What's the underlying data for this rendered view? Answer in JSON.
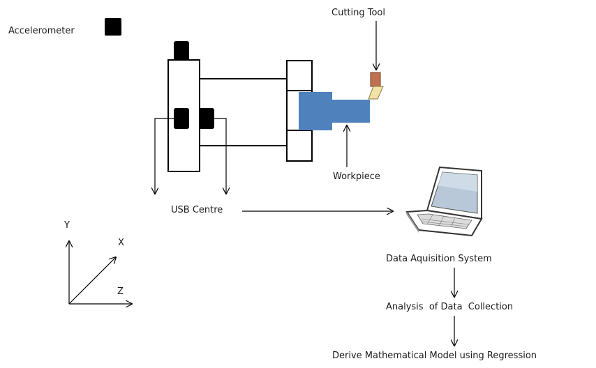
{
  "labels": {
    "accelerometer": "Accelerometer",
    "cutting_tool": "Cutting Tool",
    "workpiece": "Workpiece",
    "usb_centre": "USB Centre",
    "data_acquisition": "Data Aquisition System",
    "analysis": "Analysis  of Data  Collection",
    "model": "Derive Mathematical Model using Regression"
  },
  "axes": {
    "x": "X",
    "y": "Y",
    "z": "Z"
  },
  "icons": {
    "accelerometer_legend": "accelerometer-square-icon",
    "laptop": "laptop-icon"
  },
  "colors": {
    "workpiece": "#4f81bd",
    "tool_holder": "#c0704e",
    "tool_insert": "#f2e2a8",
    "sensor": "#000000",
    "line": "#000000"
  }
}
